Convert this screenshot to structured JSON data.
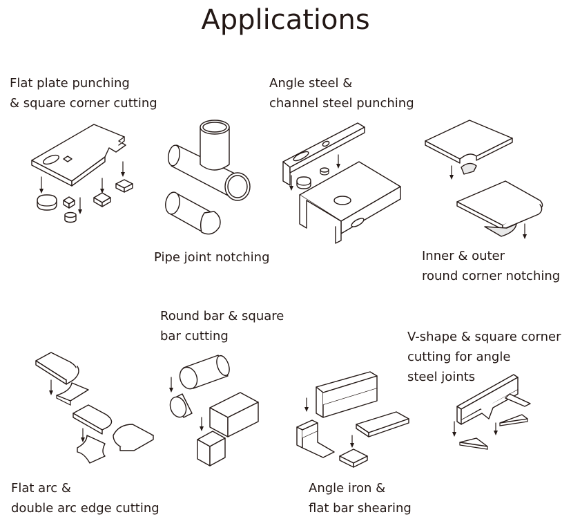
{
  "title": "Applications",
  "captions": {
    "flat_plate": [
      "Flat plate punching",
      "& square corner cutting"
    ],
    "angle_channel": [
      "Angle steel &",
      "channel steel punching"
    ],
    "pipe_joint": [
      "Pipe joint notching"
    ],
    "round_corner": [
      "Inner & outer",
      "round corner notching"
    ],
    "round_square_bar": [
      "Round bar & square",
      "bar cutting"
    ],
    "v_shape": [
      "V-shape & square corner",
      "cutting for angle",
      "steel joints"
    ],
    "flat_arc": [
      "Flat arc &",
      "double arc edge cutting"
    ],
    "angle_flat_shear": [
      "Angle iron &",
      "flat bar shearing"
    ]
  },
  "colors": {
    "ink": "#231815",
    "background": "#ffffff"
  }
}
